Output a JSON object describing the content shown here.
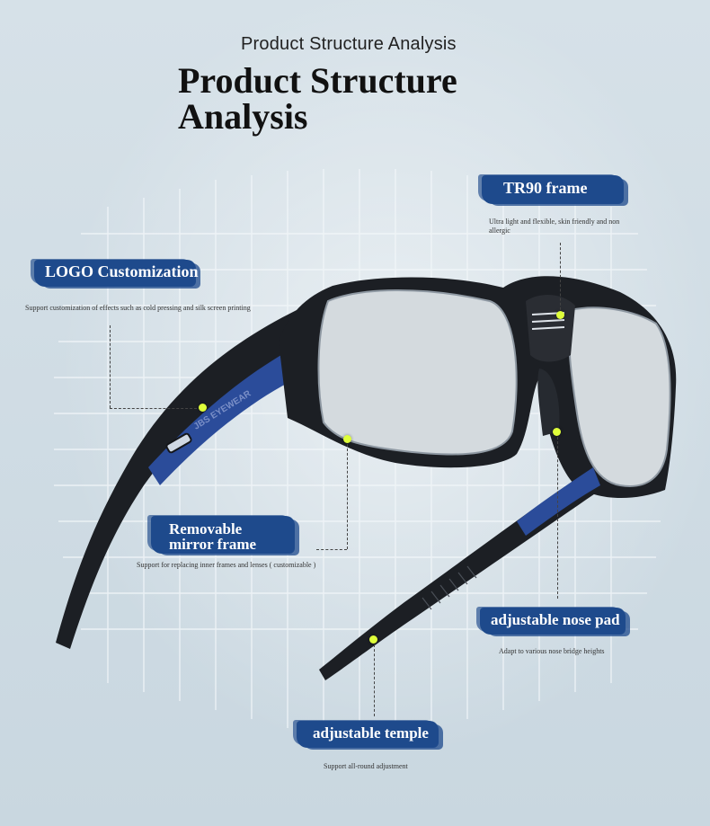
{
  "header": {
    "subtitle": "Product Structure Analysis",
    "title": "Product Structure Analysis"
  },
  "product": {
    "temple_brand": "JBS EYEWEAR"
  },
  "callouts": {
    "tr90": {
      "title": "TR90 frame",
      "desc": "Ultra light and flexible, skin friendly and non allergic"
    },
    "logo": {
      "title": "LOGO Customization",
      "desc": "Support customization of effects such as cold pressing and silk screen printing"
    },
    "removable": {
      "title_line1": "Removable",
      "title_line2": "mirror frame",
      "desc": "Support for replacing inner frames and lenses ( customizable )"
    },
    "nose_pad": {
      "title": "adjustable nose pad",
      "desc": "Adapt to various nose bridge heights"
    },
    "temple": {
      "title": "adjustable temple",
      "desc": "Support all-round adjustment"
    }
  },
  "colors": {
    "brush": "#1e4a8c",
    "dot": "#dfff3a",
    "frame": "#1c1f24",
    "accent_blue": "#2b4c9a"
  }
}
